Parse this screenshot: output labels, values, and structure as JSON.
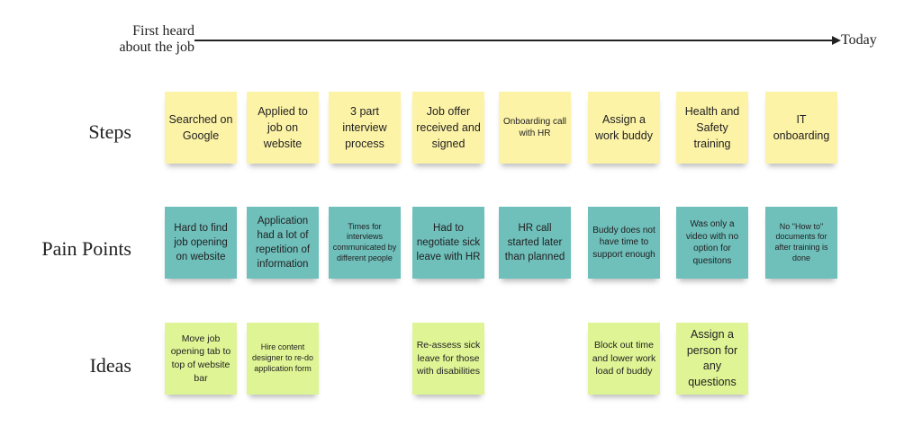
{
  "timeline": {
    "start_label": "First heard about the job",
    "end_label": "Today"
  },
  "rows": {
    "steps": "Steps",
    "pain_points": "Pain Points",
    "ideas": "Ideas"
  },
  "steps": [
    "Searched on Google",
    "Applied to job on website",
    "3 part interview process",
    "Job offer received and signed",
    "Onboarding call with HR",
    "Assign a work buddy",
    "Health and Safety training",
    "IT onboarding"
  ],
  "pain_points": [
    "Hard to find job opening on website",
    "Application had a lot of repetition of information",
    "Times for interviews communicated by different people",
    "Had to negotiate sick leave with HR",
    "HR call started later than planned",
    "Buddy does not have time to support enough",
    "Was only a video with no option for quesitons",
    "No \"How to\" documents for after training is done"
  ],
  "ideas": {
    "col1": "Move job opening tab to top of website bar",
    "col2": "Hire content designer to re-do application form",
    "col4": "Re-assess sick leave for those with disabilities",
    "col6": "Block out time and lower work load of buddy",
    "col7": "Assign a person for any questions"
  },
  "colors": {
    "step": "#fdf3a7",
    "pain": "#6fbfbb",
    "idea": "#dff595"
  }
}
